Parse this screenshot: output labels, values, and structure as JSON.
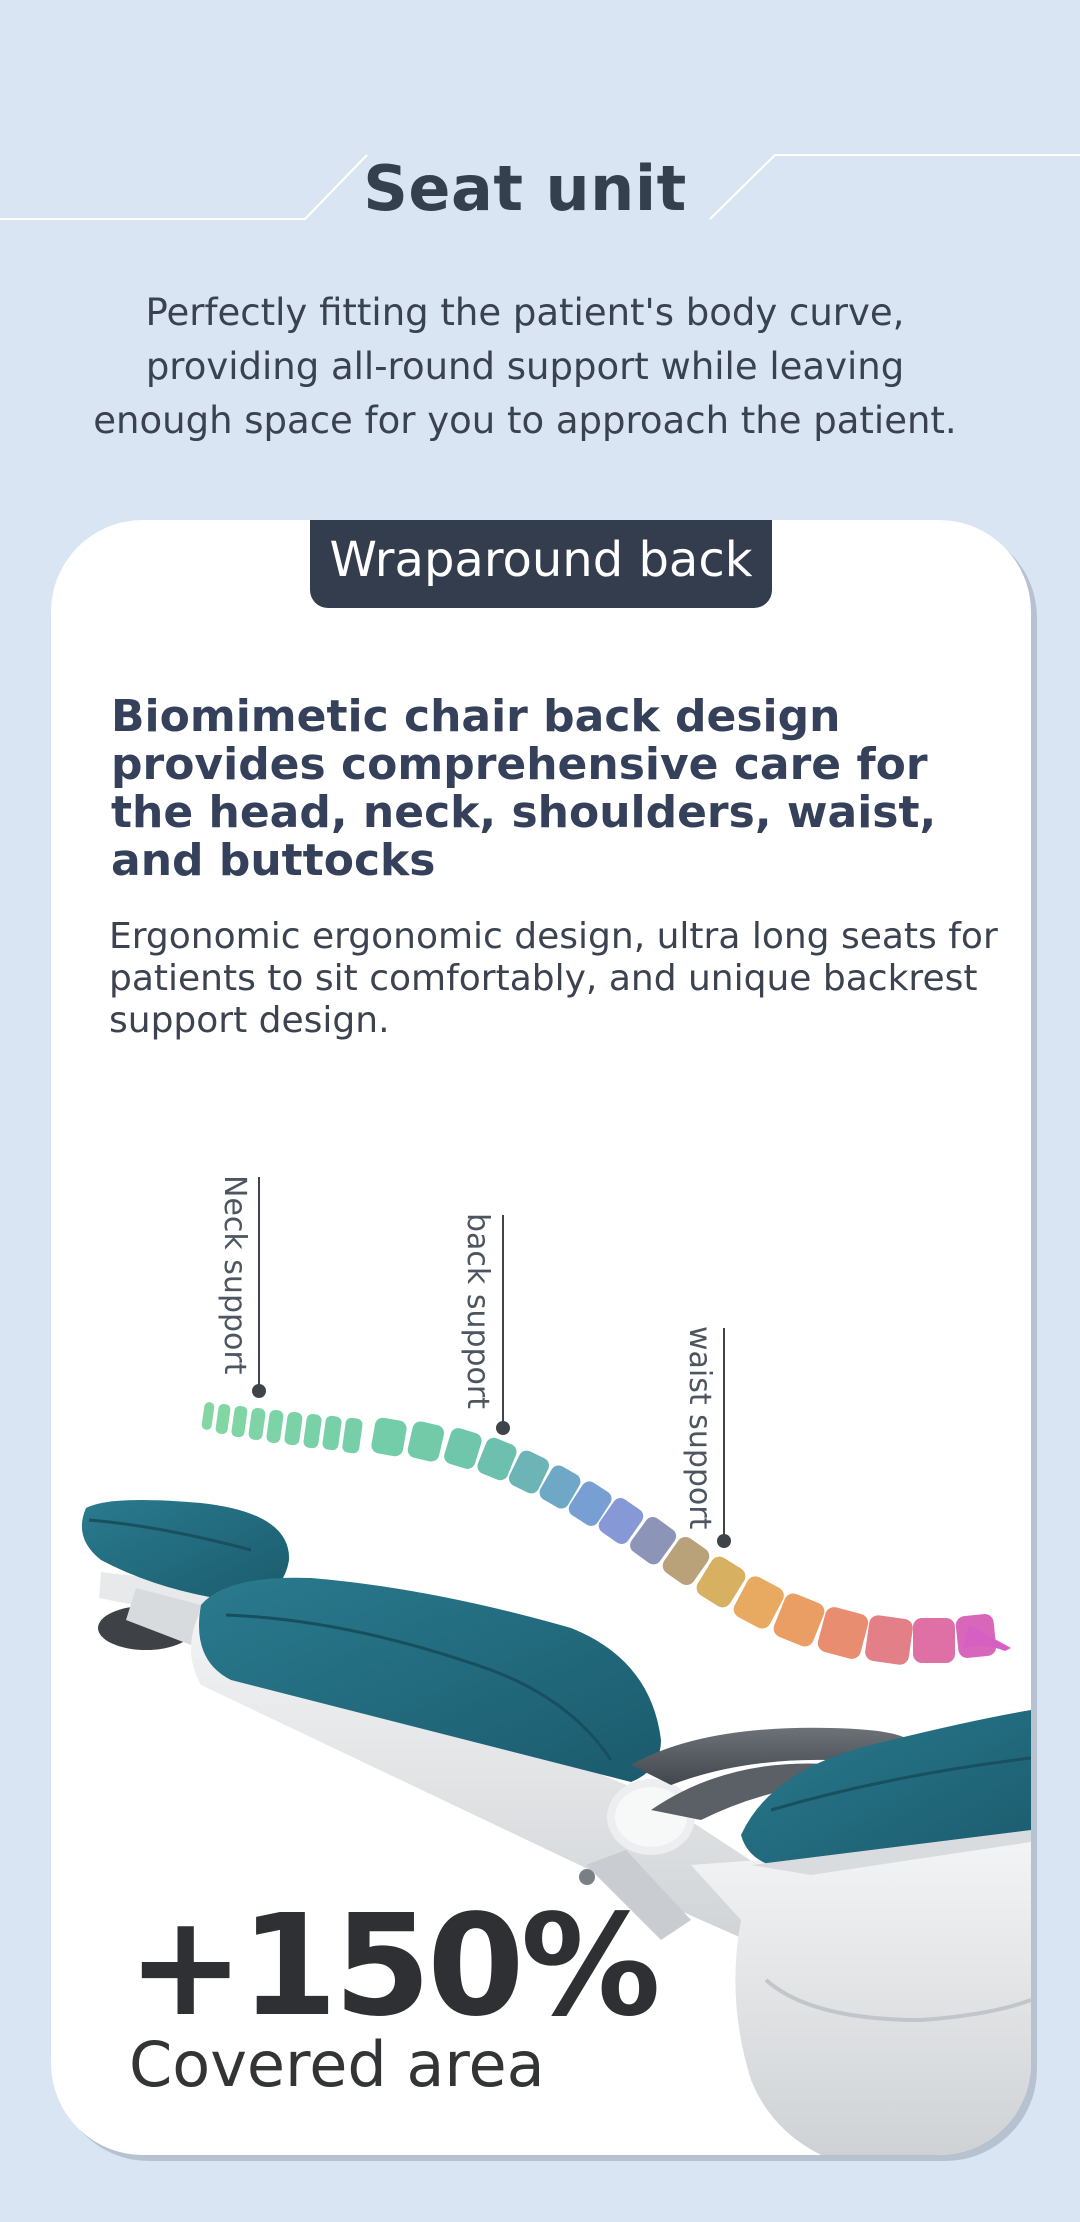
{
  "header": {
    "title": "Seat unit",
    "intro": "Perfectly fitting the patient's body curve, providing all-round support while leaving enough space for you to approach the patient."
  },
  "card": {
    "tab_label": "Wraparound back",
    "heading": "Biomimetic chair back design provides comprehensive care for the head, neck, shoulders, waist, and buttocks",
    "body": "Ergonomic ergonomic design, ultra long seats for patients to sit comfortably, and unique backrest support design.",
    "callouts": {
      "neck": "Neck support",
      "back": "back support",
      "waist": "waist support"
    },
    "stat_value": "+150%",
    "stat_label": "Covered area"
  },
  "colors": {
    "background": "#d9e5f3",
    "card": "#ffffff",
    "tab": "#333d4e",
    "upholstery": "#21677b",
    "spine_start": "#7fd4a4",
    "spine_mid": "#7b9fd8",
    "spine_end": "#d65fc3"
  }
}
